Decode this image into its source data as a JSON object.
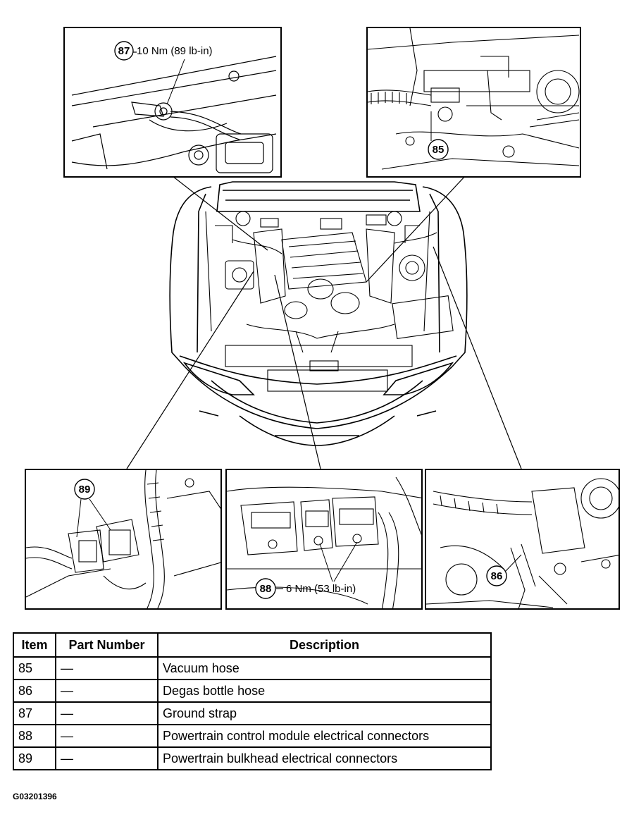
{
  "callouts": {
    "c87": {
      "number": "87",
      "spec": "10 Nm (89 lb-in)"
    },
    "c85": {
      "number": "85"
    },
    "c89": {
      "number": "89"
    },
    "c88": {
      "number": "88",
      "spec": "6 Nm (53 lb-in)"
    },
    "c86": {
      "number": "86"
    }
  },
  "table": {
    "headers": {
      "item": "Item",
      "part_number": "Part Number",
      "description": "Description"
    },
    "rows": [
      {
        "item": "85",
        "part_number": "—",
        "description": "Vacuum hose"
      },
      {
        "item": "86",
        "part_number": "—",
        "description": "Degas bottle hose"
      },
      {
        "item": "87",
        "part_number": "—",
        "description": "Ground strap"
      },
      {
        "item": "88",
        "part_number": "—",
        "description": "Powertrain control module electrical connectors"
      },
      {
        "item": "89",
        "part_number": "—",
        "description": "Powertrain bulkhead electrical connectors"
      }
    ]
  },
  "figure_id": "G03201396"
}
